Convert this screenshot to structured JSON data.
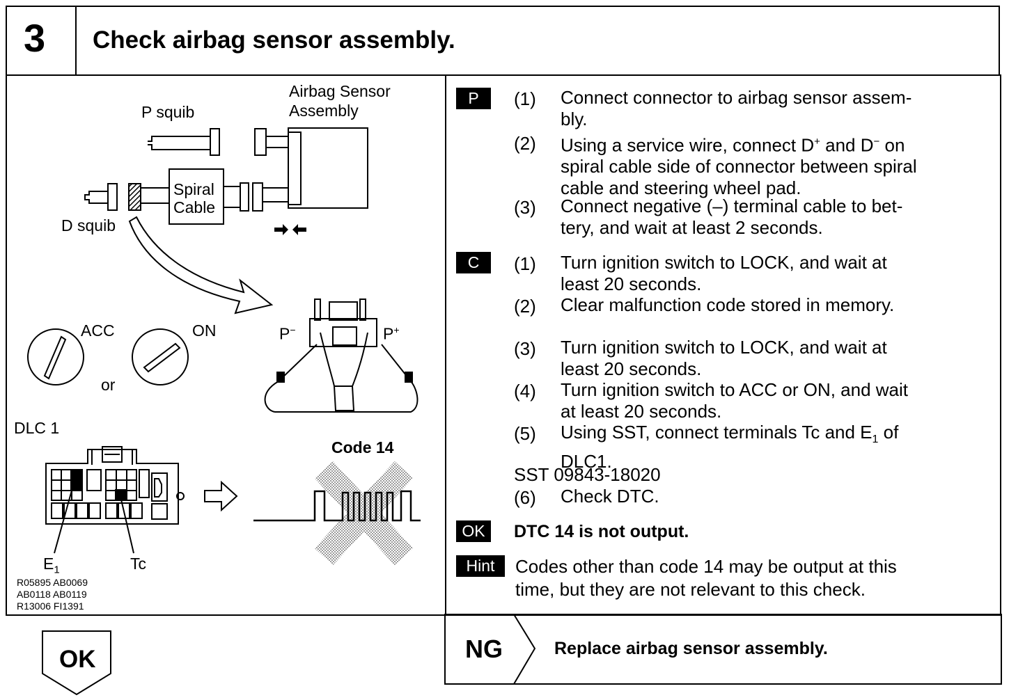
{
  "header": {
    "step_number": "3",
    "title": "Check airbag sensor assembly."
  },
  "diagram": {
    "airbag_sensor_label_1": "Airbag Sensor",
    "airbag_sensor_label_2": "Assembly",
    "p_squib": "P squib",
    "d_squib": "D squib",
    "spiral": "Spiral",
    "cable": "Cable",
    "acc": "ACC",
    "on": "ON",
    "or": "or",
    "p_minus": "P",
    "p_minus_sup": "−",
    "p_plus": "P",
    "p_plus_sup": "+",
    "dlc": "DLC 1",
    "code14": "Code 14",
    "e1": "E",
    "e1_sub": "1",
    "tc": "Tc",
    "ref_1": "R05895 AB0069",
    "ref_2": "AB0118 AB0119",
    "ref_3": "R13006 FI1391"
  },
  "instructions": {
    "p_tag": "P",
    "p_steps": [
      {
        "n": "(1)",
        "text": "Connect connector to airbag sensor assem-bly."
      },
      {
        "n": "(2)",
        "text": "Using a service wire, connect D+ and D− on spiral cable side of connector between spiral cable and steering wheel pad."
      },
      {
        "n": "(3)",
        "text": "Connect negative (–) terminal cable to bet-tery, and wait at least 2 seconds."
      }
    ],
    "c_tag": "C",
    "c_steps": [
      {
        "n": "(1)",
        "text": "Turn ignition switch to LOCK, and wait at least 20 seconds."
      },
      {
        "n": "(2)",
        "text": "Clear malfunction code stored in memory."
      },
      {
        "n": "(3)",
        "text": "Turn ignition switch to LOCK, and wait at least 20 seconds."
      },
      {
        "n": "(4)",
        "text": "Turn ignition switch to ACC or ON, and wait at least 20 seconds."
      },
      {
        "n": "(5)",
        "text": "Using SST, connect terminals Tc and E1 of DLC1."
      },
      {
        "n": "",
        "text": "SST 09843-18020"
      },
      {
        "n": "(6)",
        "text": "Check DTC."
      }
    ],
    "ok_tag": "OK",
    "ok_text": "DTC 14 is not output.",
    "hint_tag": "Hint",
    "hint_text": "Codes other than code 14 may be output at this time, but they are not relevant to this check."
  },
  "results": {
    "ok_label": "OK",
    "ng_label": "NG",
    "ng_action": "Replace airbag sensor assembly."
  }
}
